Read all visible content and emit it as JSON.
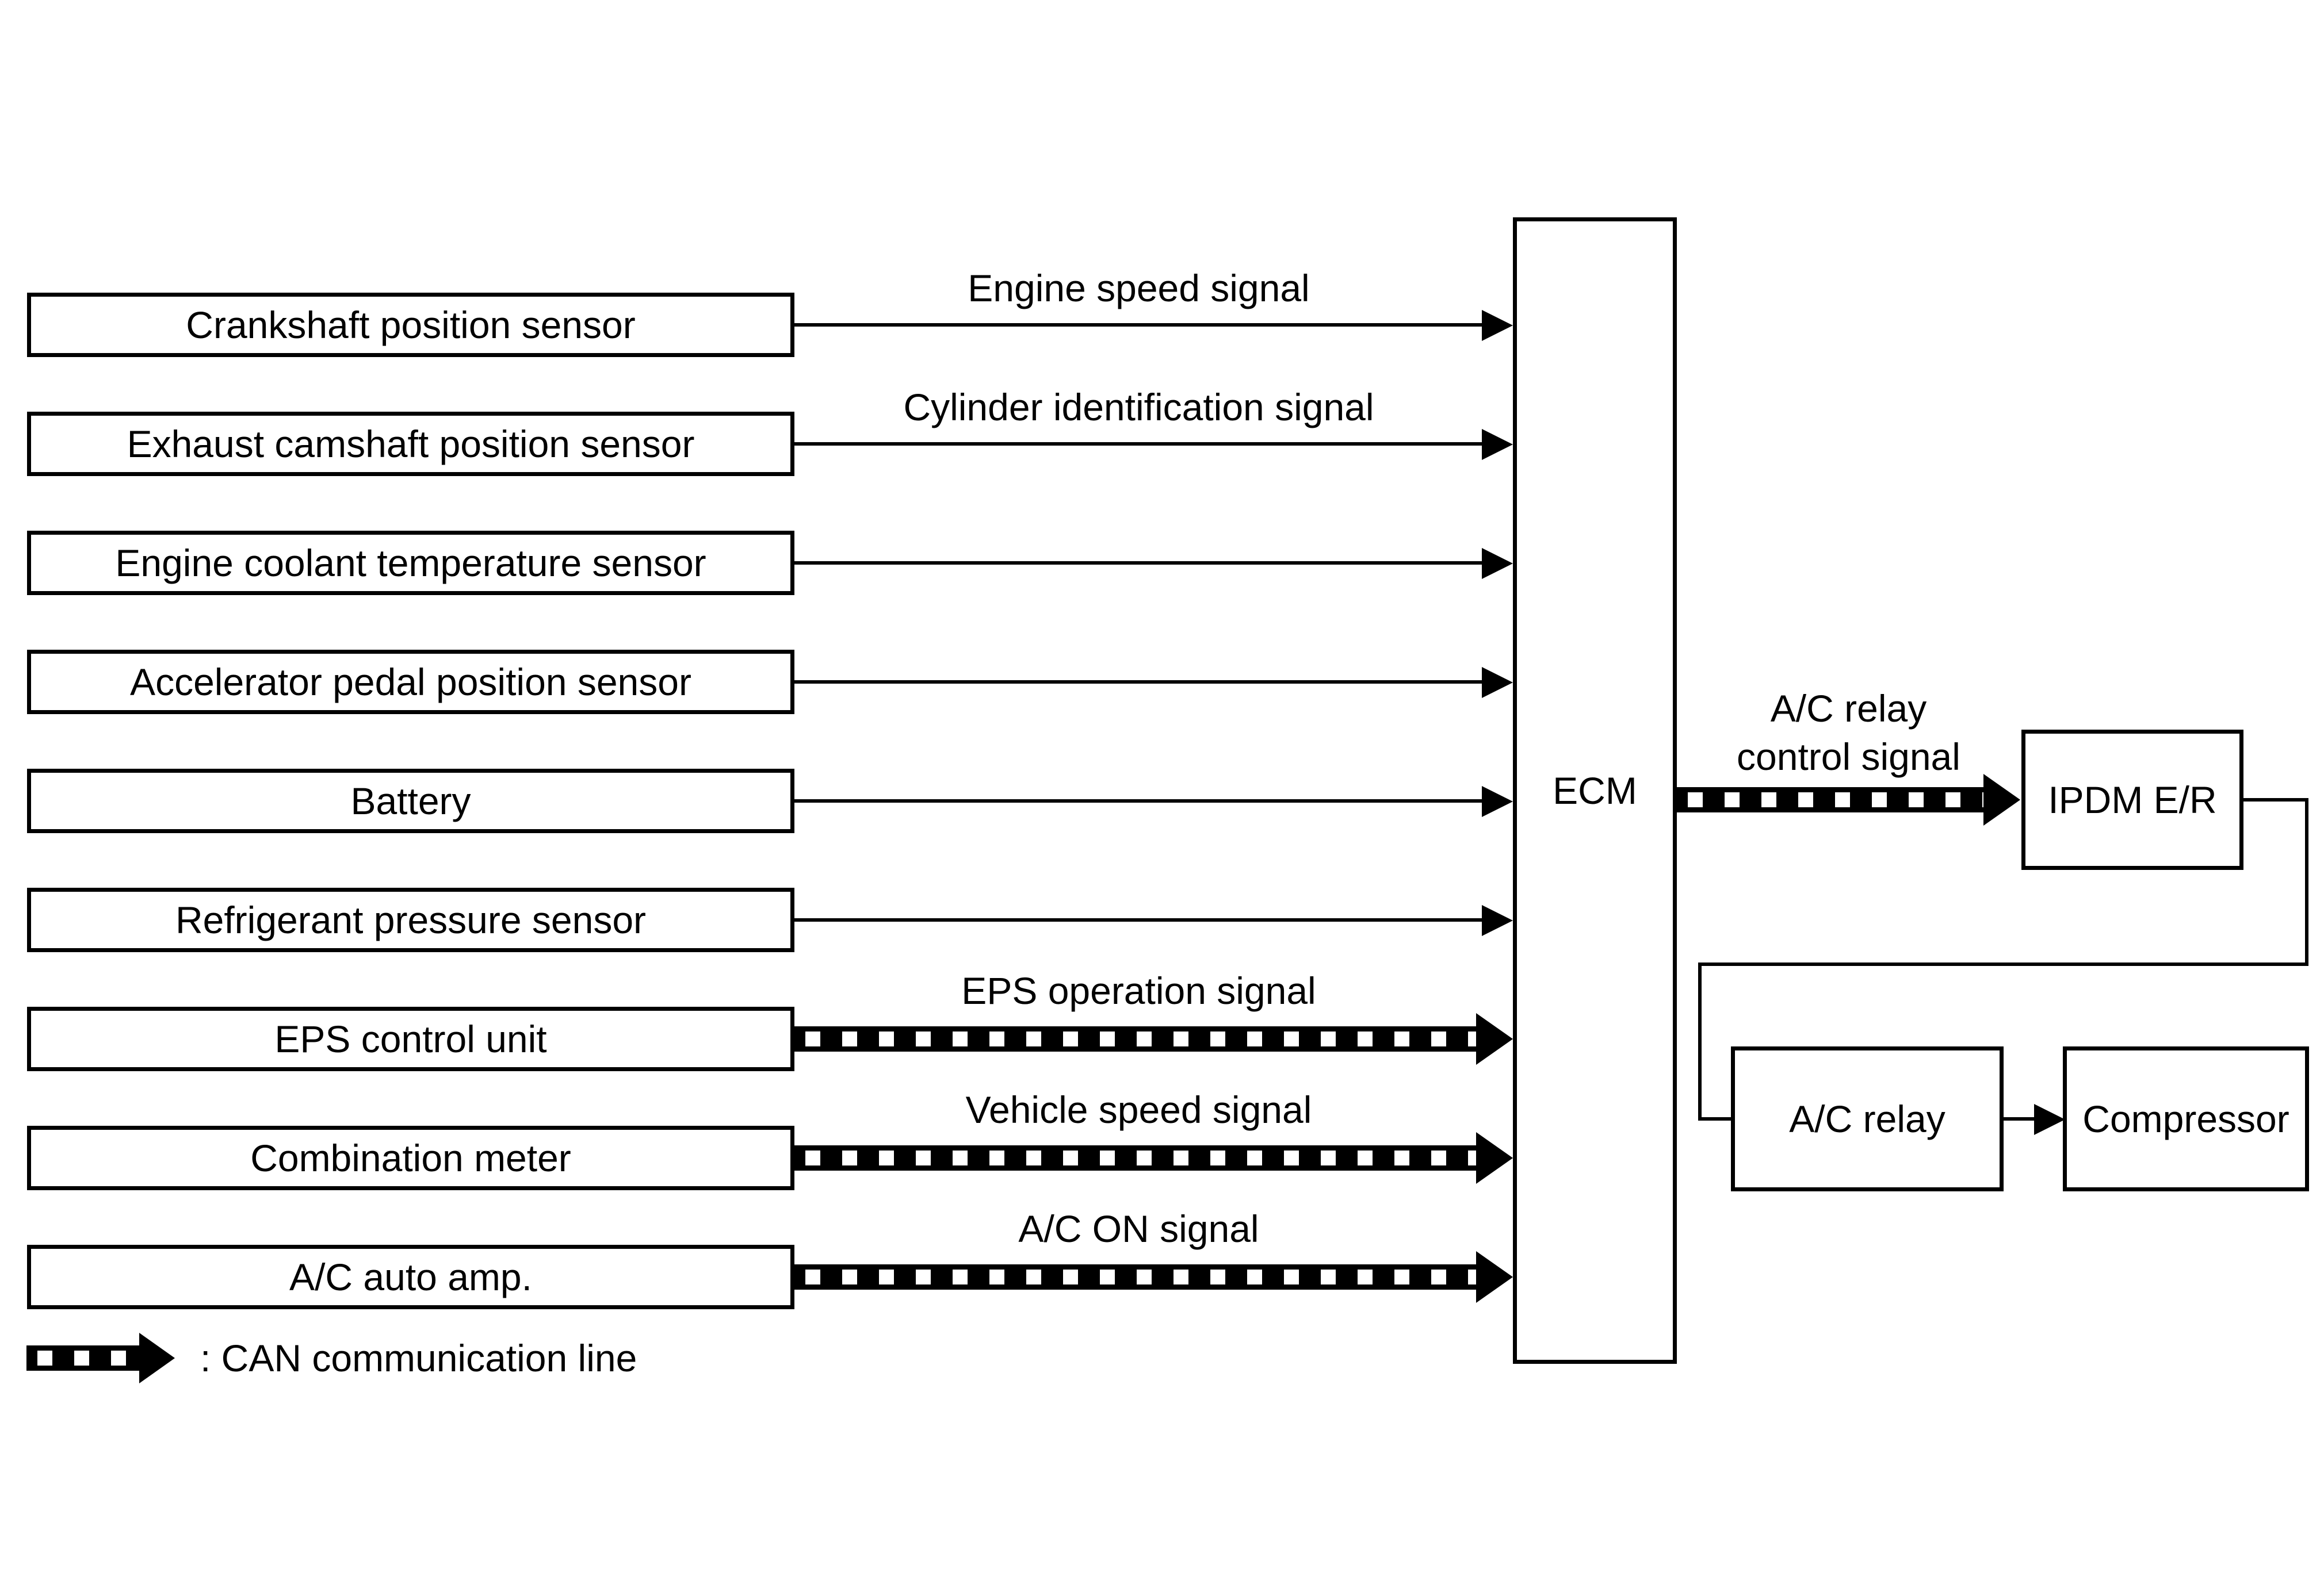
{
  "diagram": {
    "background_color": "#ffffff",
    "line_color": "#000000",
    "source_boxes": [
      {
        "label": "Crankshaft position sensor",
        "signal": "Engine speed signal",
        "line_type": "solid"
      },
      {
        "label": "Exhaust camshaft position sensor",
        "signal": "Cylinder identification signal",
        "line_type": "solid"
      },
      {
        "label": "Engine coolant temperature sensor",
        "signal": "",
        "line_type": "solid"
      },
      {
        "label": "Accelerator pedal position sensor",
        "signal": "",
        "line_type": "solid"
      },
      {
        "label": "Battery",
        "signal": "",
        "line_type": "solid"
      },
      {
        "label": "Refrigerant pressure sensor",
        "signal": "",
        "line_type": "solid"
      },
      {
        "label": "EPS control unit",
        "signal": "EPS operation signal",
        "line_type": "can"
      },
      {
        "label": "Combination meter",
        "signal": "Vehicle speed signal",
        "line_type": "can"
      },
      {
        "label": "A/C auto amp.",
        "signal": "A/C ON signal",
        "line_type": "can"
      }
    ],
    "ecm": {
      "label": "ECM"
    },
    "ecm_to_ipdm": {
      "label_line1": "A/C relay",
      "label_line2": "control signal",
      "line_type": "can"
    },
    "ipdm": {
      "label": "IPDM E/R"
    },
    "ac_relay": {
      "label": "A/C relay"
    },
    "compressor": {
      "label": "Compressor"
    },
    "legend": {
      "text": ": CAN communication line"
    }
  }
}
